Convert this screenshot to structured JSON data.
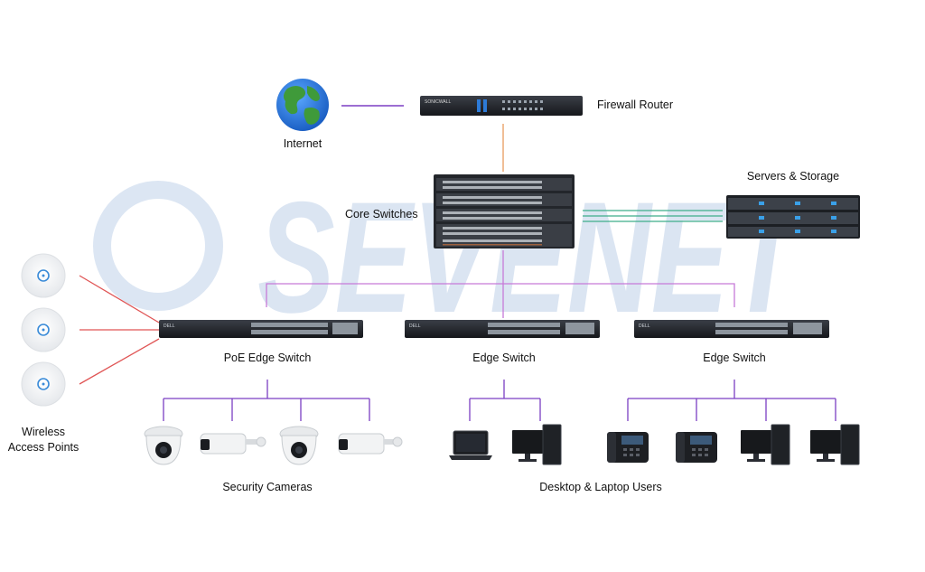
{
  "watermark": {
    "text": "SEVENET"
  },
  "labels": {
    "internet": "Internet",
    "firewall_router": "Firewall Router",
    "core_switches": "Core Switches",
    "servers_storage": "Servers & Storage",
    "poe_edge_switch": "PoE Edge Switch",
    "edge_switch_middle": "Edge Switch",
    "edge_switch_right": "Edge Switch",
    "wireless_line1": "Wireless",
    "wireless_line2": "Access Points",
    "security_cameras": "Security Cameras",
    "desktop_laptop_users": "Desktop & Laptop Users"
  },
  "devices": {
    "firewall_brand": "SONICWALL",
    "switch_brand": "DELL"
  },
  "colors": {
    "purple_link": "#7b3fc4",
    "orange_link": "#e9a36a",
    "green_link": "#3fae8a",
    "pink_link": "#c77ad8",
    "red_link": "#e05555",
    "watermark": "#2f68b8"
  }
}
